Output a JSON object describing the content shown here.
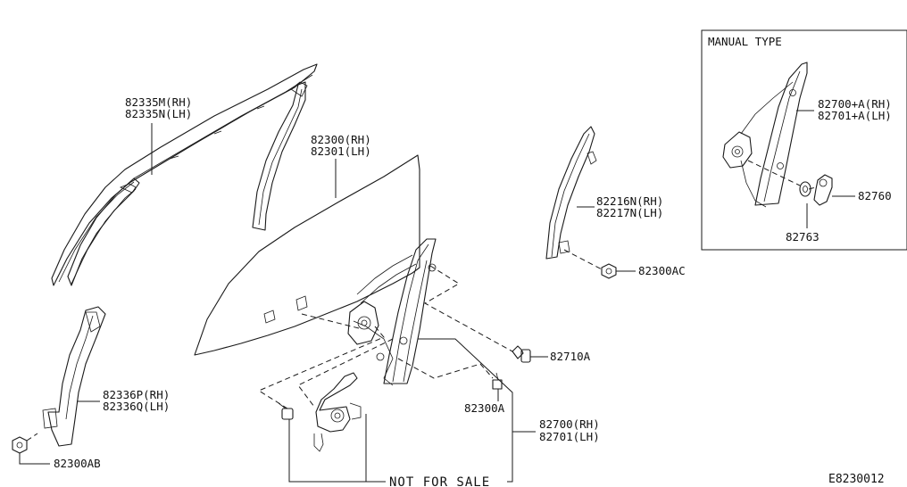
{
  "diagram": {
    "manual_type_label": "MANUAL TYPE",
    "footer_code": "E8230012",
    "not_for_sale": "NOT FOR SALE",
    "callouts": {
      "c82335": [
        "82335M(RH)",
        "82335N(LH)"
      ],
      "c82300": [
        "82300(RH)",
        "82301(LH)"
      ],
      "c82216": [
        "82216N(RH)",
        "82217N(LH)"
      ],
      "c82300ac": [
        "82300AC"
      ],
      "c82700a": [
        "82700+A(RH)",
        "82701+A(LH)"
      ],
      "c82760": [
        "82760"
      ],
      "c82763": [
        "82763"
      ],
      "c82710a": [
        "82710A"
      ],
      "c82336": [
        "82336P(RH)",
        "82336Q(LH)"
      ],
      "c82300a": [
        "82300A"
      ],
      "c82700": [
        "82700(RH)",
        "82701(LH)"
      ],
      "c82300ab": [
        "82300AB"
      ]
    }
  }
}
